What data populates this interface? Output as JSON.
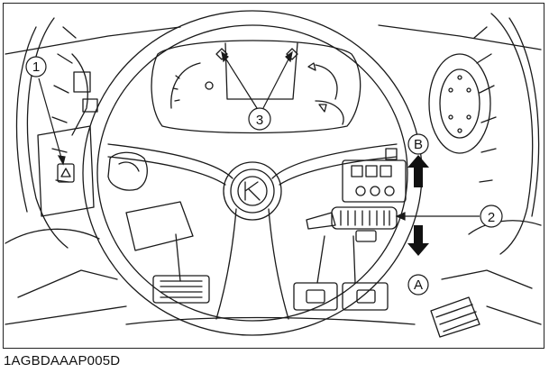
{
  "figure": {
    "caption": "1AGBDAAAP005D"
  },
  "callouts": [
    {
      "id": "1",
      "label": "1"
    },
    {
      "id": "2",
      "label": "2"
    },
    {
      "id": "3",
      "label": "3"
    },
    {
      "id": "A",
      "label": "A"
    },
    {
      "id": "B",
      "label": "B"
    }
  ],
  "icons": {
    "steering_wheel": "steering-wheel-icon",
    "logo": "k-logo-icon",
    "arrow_up": "arrow-up-icon",
    "arrow_down": "arrow-down-icon"
  },
  "colors": {
    "line": "#1a1a1a",
    "background": "#ffffff"
  }
}
